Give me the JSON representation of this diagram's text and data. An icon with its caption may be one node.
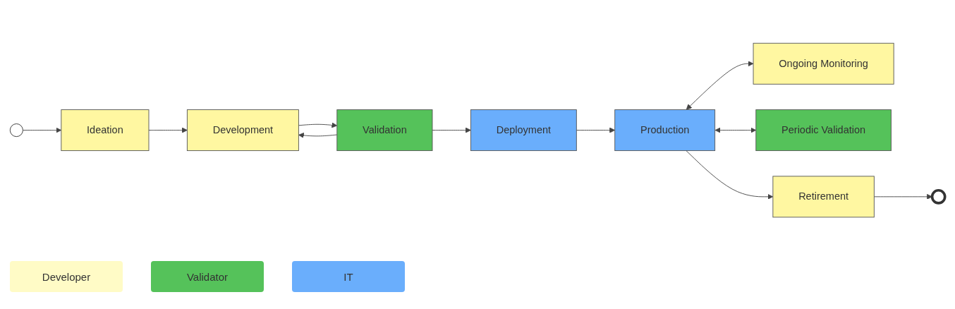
{
  "diagram": {
    "nodes": [
      {
        "text": [],
        "shape": "circle"
      },
      {
        "text": [
          "Ideation"
        ]
      },
      {
        "text": [
          "Development"
        ]
      },
      {
        "text": [
          "Validation"
        ]
      },
      {
        "text": [
          "Deployment"
        ]
      },
      {
        "text": [
          "Production"
        ]
      },
      {
        "text": [
          "Ongoing Monitoring"
        ]
      },
      {
        "text": [
          "Periodic Validation"
        ]
      },
      {
        "text": [
          "Retirement"
        ]
      },
      {
        "text": [],
        "shape": "circle"
      }
    ],
    "edges": [
      {
        "from": 0,
        "to": 1,
        "arrow": "to"
      },
      {
        "from": 1,
        "to": 2,
        "arrow": "to"
      },
      {
        "from": 2,
        "to": 3,
        "arrow": "to"
      },
      {
        "from": 3,
        "to": 2,
        "arrow": "to"
      },
      {
        "from": 3,
        "to": 4,
        "arrow": "to"
      },
      {
        "from": 4,
        "to": 5,
        "arrow": "to"
      },
      {
        "from": 5,
        "to": 6,
        "arrow": "both"
      },
      {
        "from": 5,
        "to": 7,
        "arrow": "both"
      },
      {
        "from": 5,
        "to": 8,
        "arrow": "to"
      },
      {
        "from": 8,
        "to": 9,
        "arrow": "to"
      }
    ],
    "legend": [
      {
        "text": "Developer",
        "color": "#fffbc6"
      },
      {
        "text": "Validator",
        "color": "#55c25a"
      },
      {
        "text": "IT",
        "color": "#6aaefc"
      }
    ]
  }
}
